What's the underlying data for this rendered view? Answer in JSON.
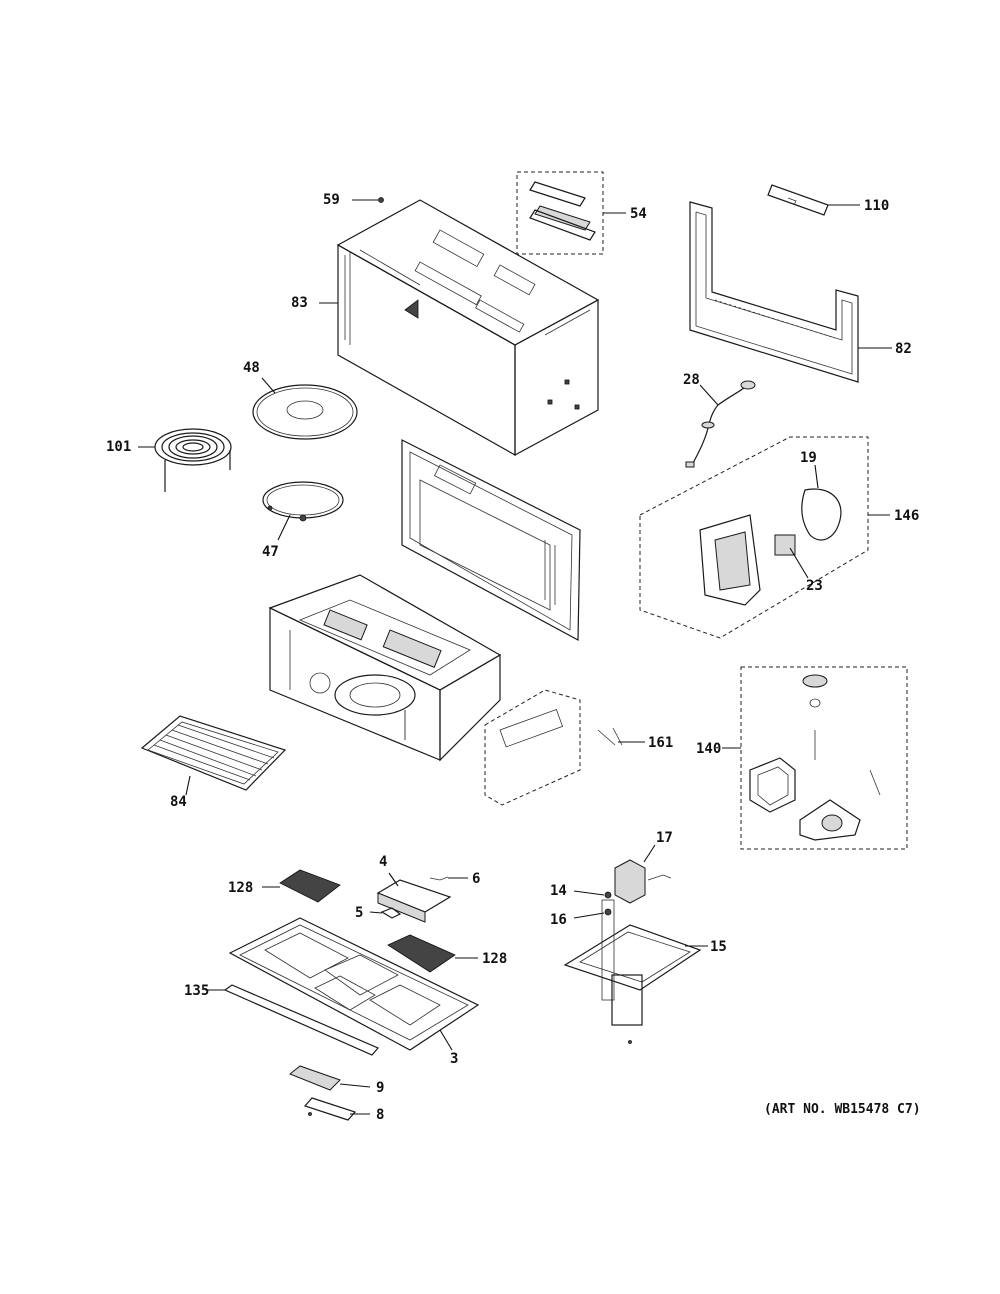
{
  "labels": {
    "p59": "59",
    "p54": "54",
    "p110": "110",
    "p83": "83",
    "p82": "82",
    "p48": "48",
    "p28": "28",
    "p101": "101",
    "p19": "19",
    "p146": "146",
    "p47": "47",
    "p23": "23",
    "p161": "161",
    "p84": "84",
    "p140": "140",
    "p17": "17",
    "p4": "4",
    "p6": "6",
    "p128a": "128",
    "p14": "14",
    "p5": "5",
    "p16": "16",
    "p15": "15",
    "p128b": "128",
    "p135": "135",
    "p3": "3",
    "p9": "9",
    "p8": "8"
  },
  "art_number": "(ART NO. WB15478 C7)"
}
